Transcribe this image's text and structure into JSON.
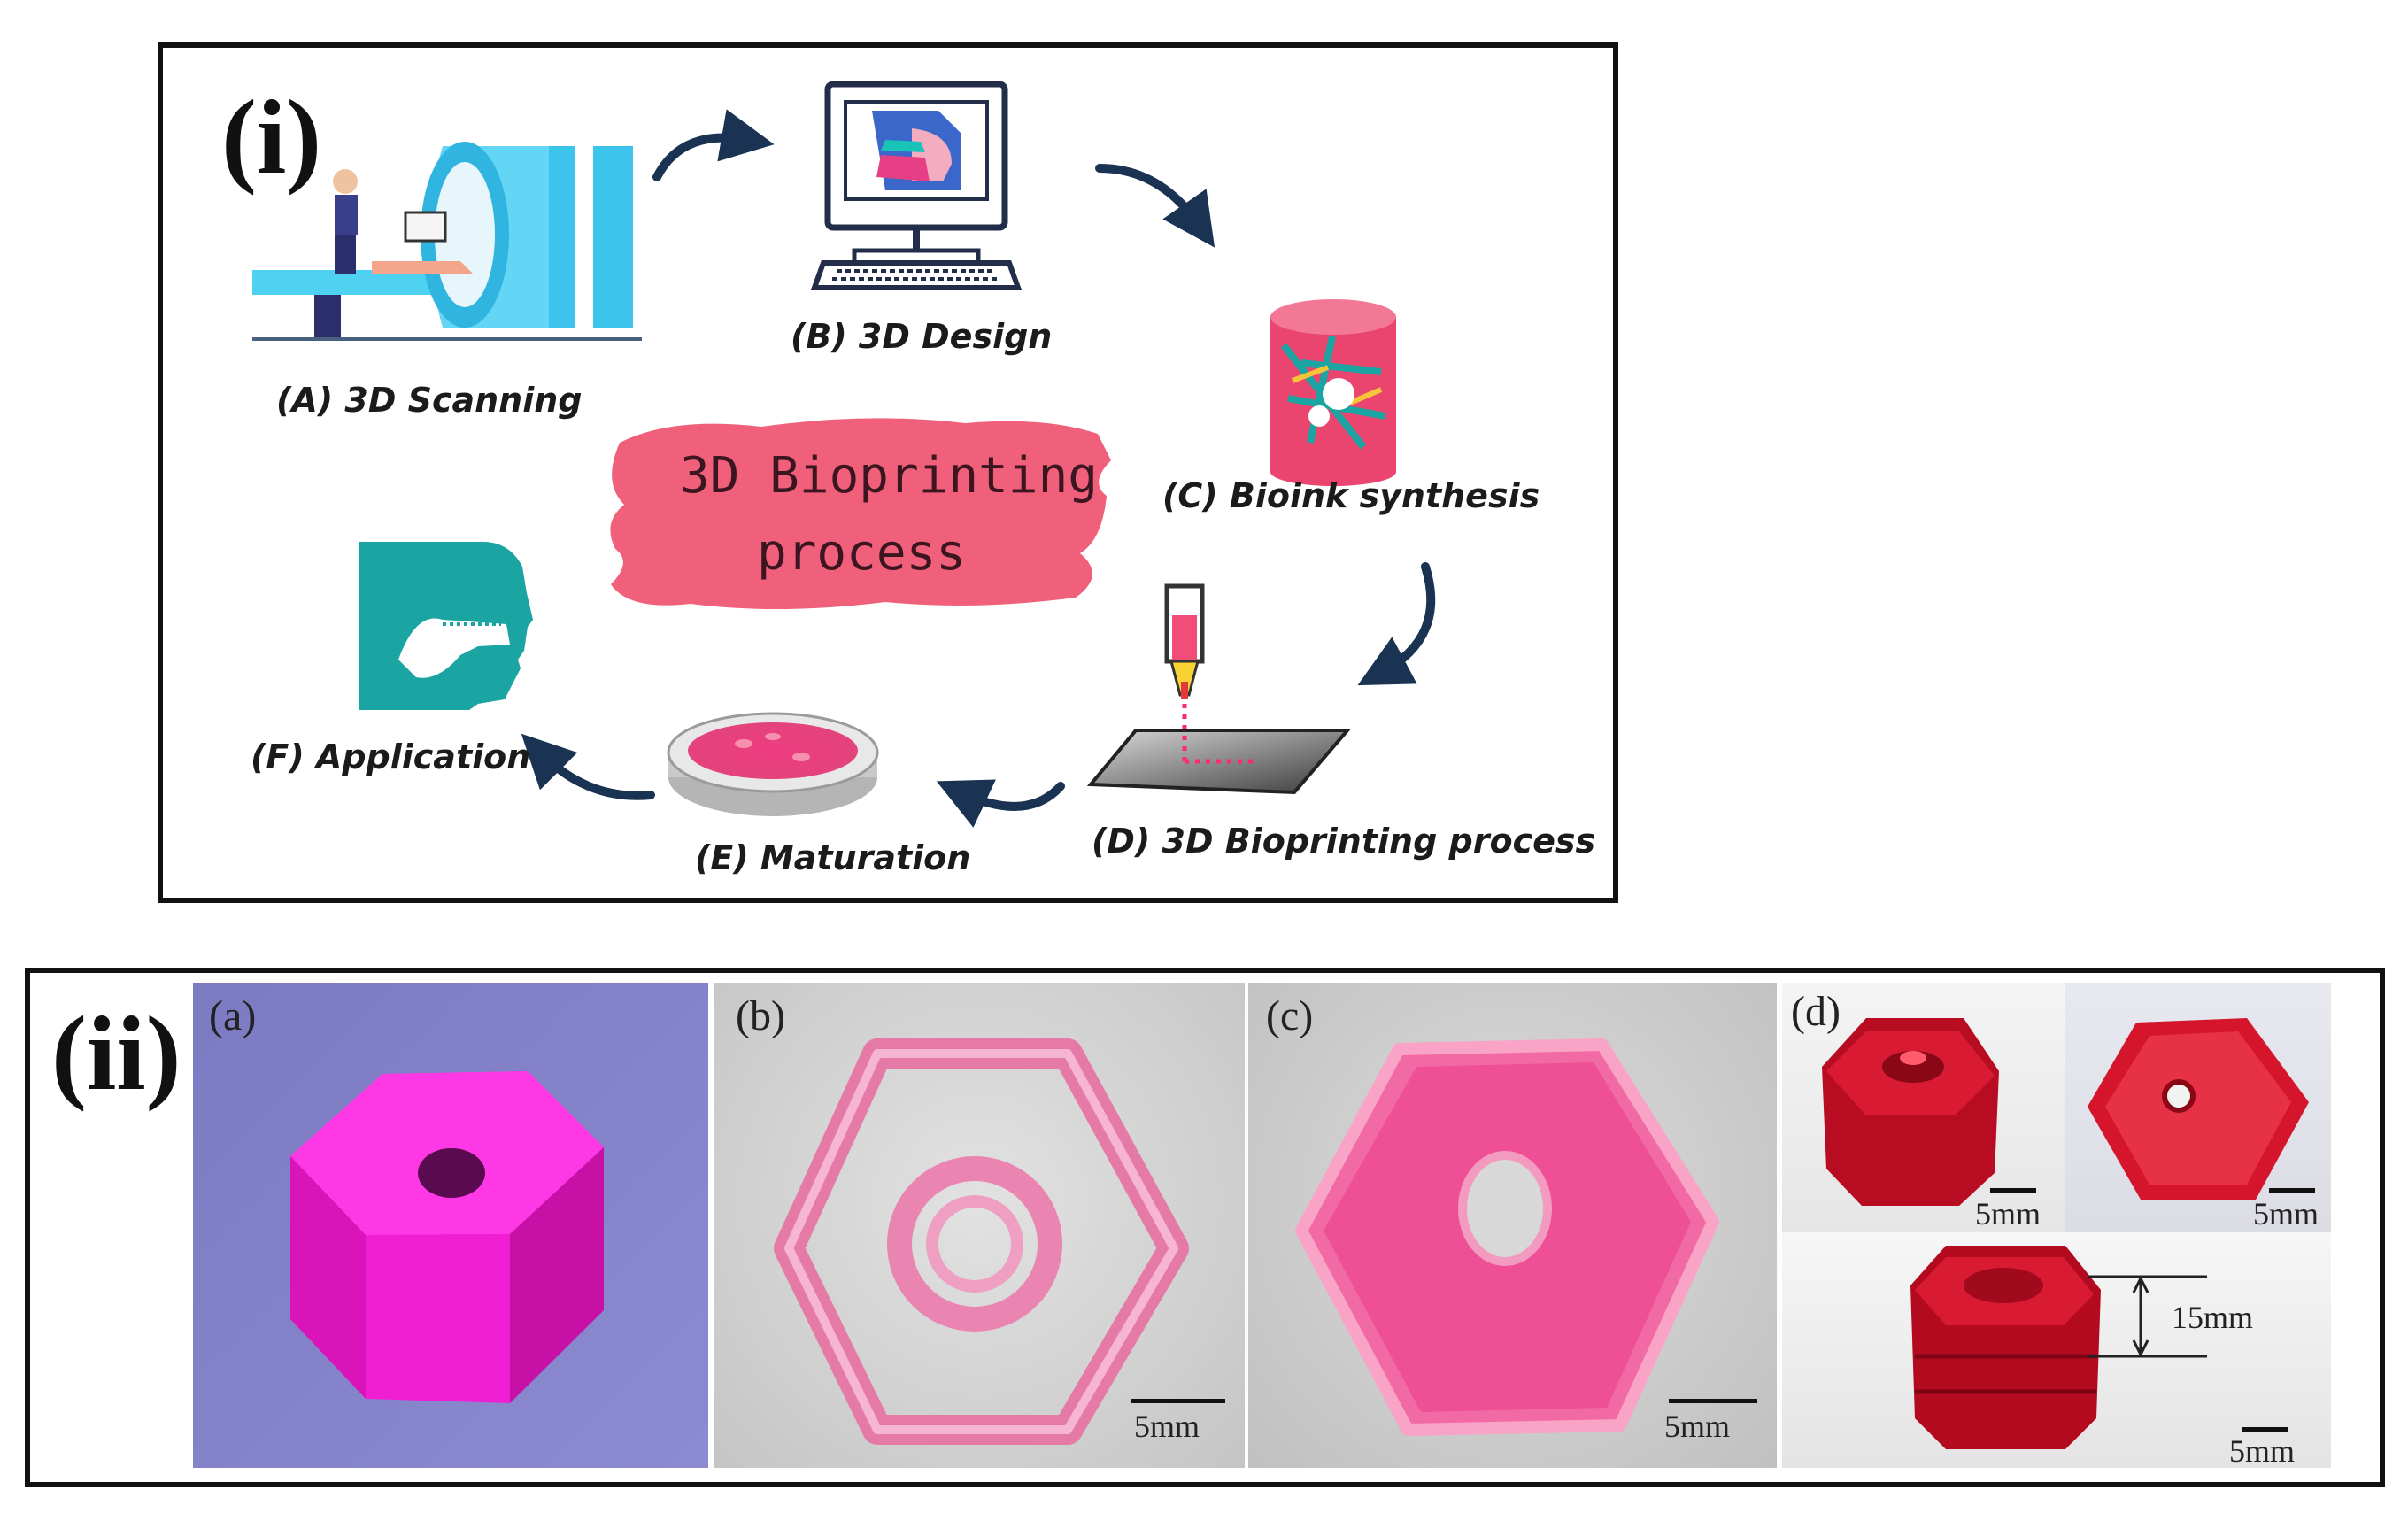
{
  "panel_i": {
    "label": "(i)",
    "center_title_line1": "3D Bioprinting",
    "center_title_line2": "process",
    "steps": {
      "a": "(A) 3D Scanning",
      "b": "(B) 3D Design",
      "c": "(C) Bioink synthesis",
      "d": "(D) 3D Bioprinting process",
      "e": "(E) Maturation",
      "f": "(F) Application"
    },
    "icons": [
      "mri-scanner-icon",
      "computer-design-icon",
      "bioink-container-icon",
      "bioprinter-icon",
      "petri-dish-icon",
      "face-jaw-icon",
      "flow-arrow-icon"
    ]
  },
  "panel_ii": {
    "label": "(ii)",
    "sub_a": {
      "label": "(a)"
    },
    "sub_b": {
      "label": "(b)",
      "scale": "5mm"
    },
    "sub_c": {
      "label": "(c)",
      "scale": "5mm"
    },
    "sub_d": {
      "label": "(d)",
      "scale_1": "5mm",
      "scale_2": "5mm",
      "scale_3": "5mm",
      "height": "15mm"
    }
  },
  "colors": {
    "arrow": "#1a3352",
    "brush": "#f0607a",
    "magenta": "#ff1fd6",
    "teal": "#1aa5a3",
    "scanner_blue": "#4fd1f2",
    "bioink_pink": "#e9456e",
    "gel_red": "#c81026"
  }
}
